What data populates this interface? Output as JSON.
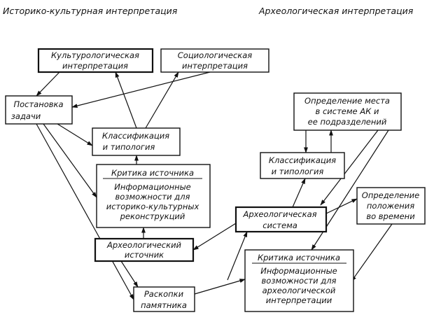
{
  "headings": {
    "left": "Историко-культурная  интерпретация",
    "right": "Археологическая  интерпретация"
  },
  "nodes": {
    "cult": [
      "Культурологическая",
      "интерпретация"
    ],
    "socio": [
      "Социологическая",
      "интерпретация"
    ],
    "task": [
      "Постановка",
      "задачи"
    ],
    "class_left": [
      "Классификация",
      "и типология"
    ],
    "critic_left": [
      "Критика источника",
      "Информационные",
      "возможности для",
      "историко-культурных",
      "реконструкций"
    ],
    "source": [
      "Археологический",
      "источник"
    ],
    "excav": [
      "Раскопки",
      "памятника"
    ],
    "place": [
      "Определение места",
      "в системе АК и",
      "ее подразделений"
    ],
    "class_right": [
      "Классификация",
      "и типология"
    ],
    "arch_system": [
      "Археологическая",
      "система"
    ],
    "time": [
      "Определение",
      "положения",
      "во времени"
    ],
    "critic_right": [
      "Критика источника",
      "Информационные",
      "возможности для",
      "археологической",
      "интерпретации"
    ]
  }
}
